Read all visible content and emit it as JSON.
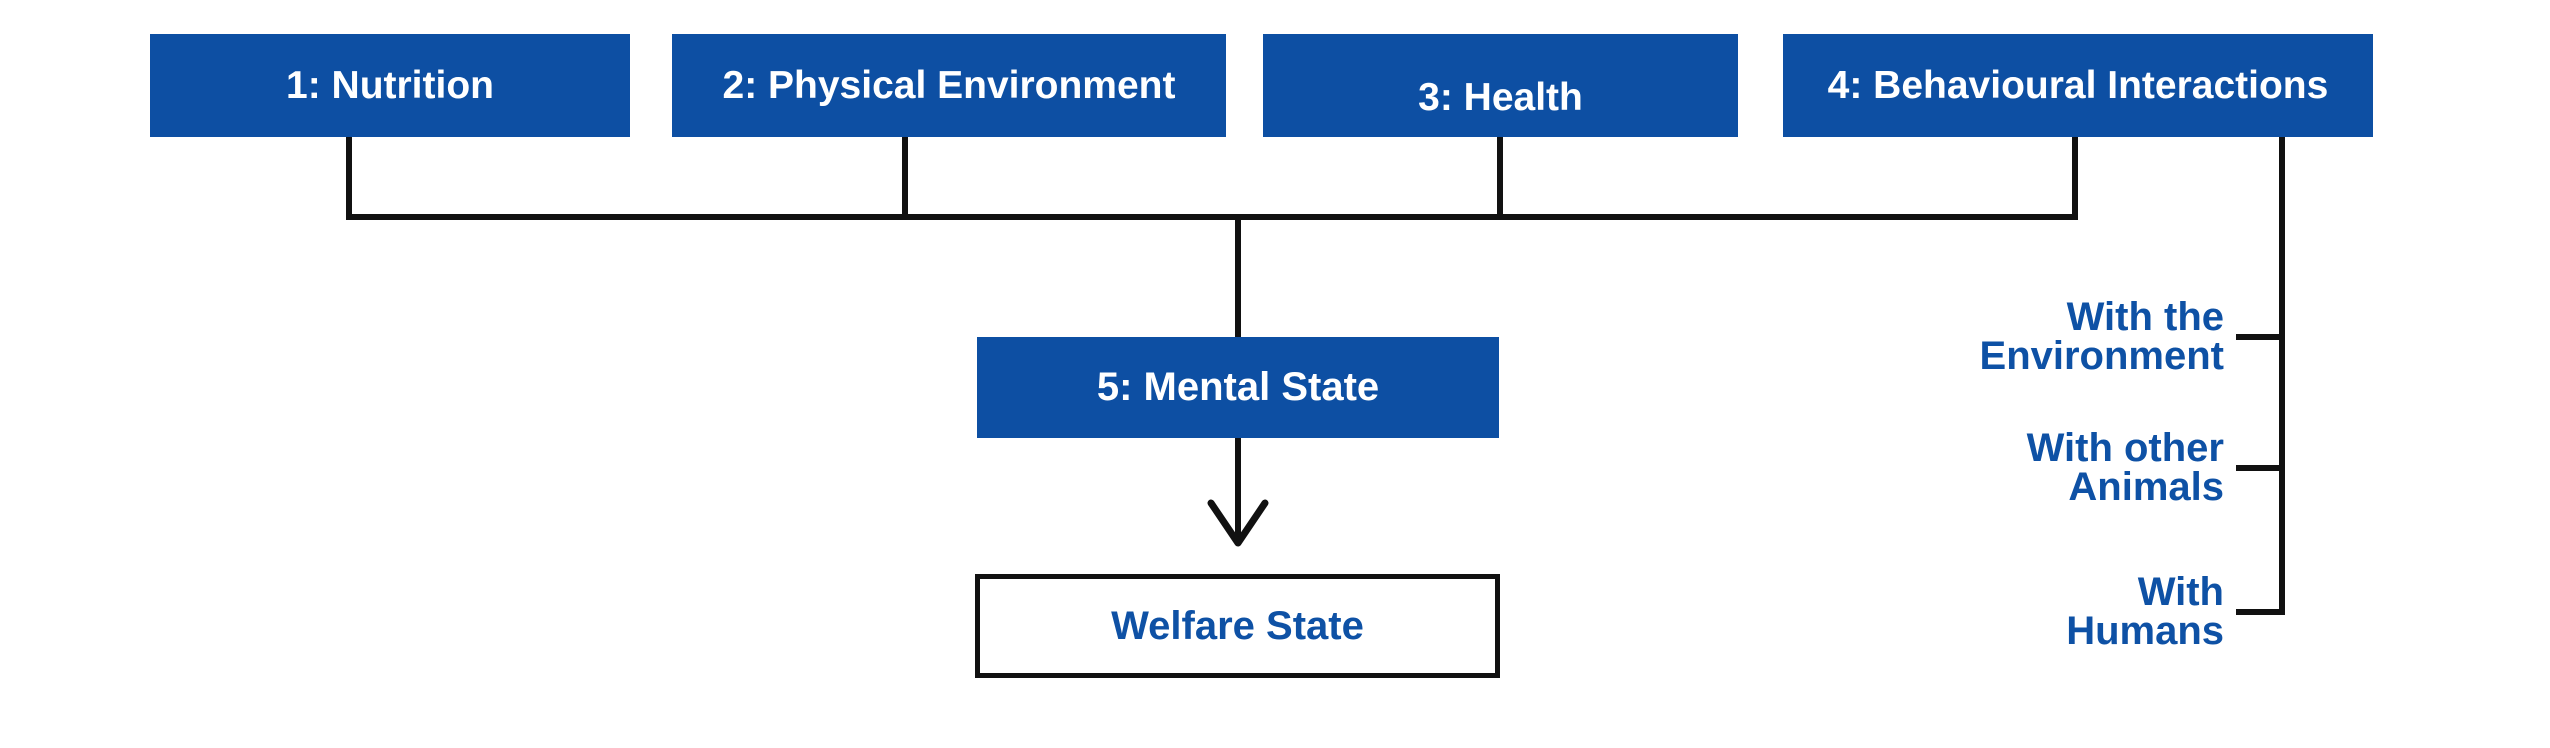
{
  "diagram": {
    "domain_boxes": [
      {
        "label": "1: Nutrition"
      },
      {
        "label": "2: Physical Environment"
      },
      {
        "label": "3: Health"
      },
      {
        "label": "4: Behavioural Interactions"
      }
    ],
    "mental_state_box": {
      "label": "5: Mental State"
    },
    "welfare_box": {
      "label": "Welfare State"
    },
    "behaviour_sublabels": [
      {
        "line1": "With the",
        "line2": "Environment"
      },
      {
        "line1": "With other",
        "line2": "Animals"
      },
      {
        "line1": "With",
        "line2": "Humans"
      }
    ]
  },
  "colors": {
    "box_fill": "#0d4fa3",
    "label_blue": "#0e51a5",
    "line": "#111111",
    "box_text": "#ffffff",
    "page_bg": "#ffffff"
  }
}
